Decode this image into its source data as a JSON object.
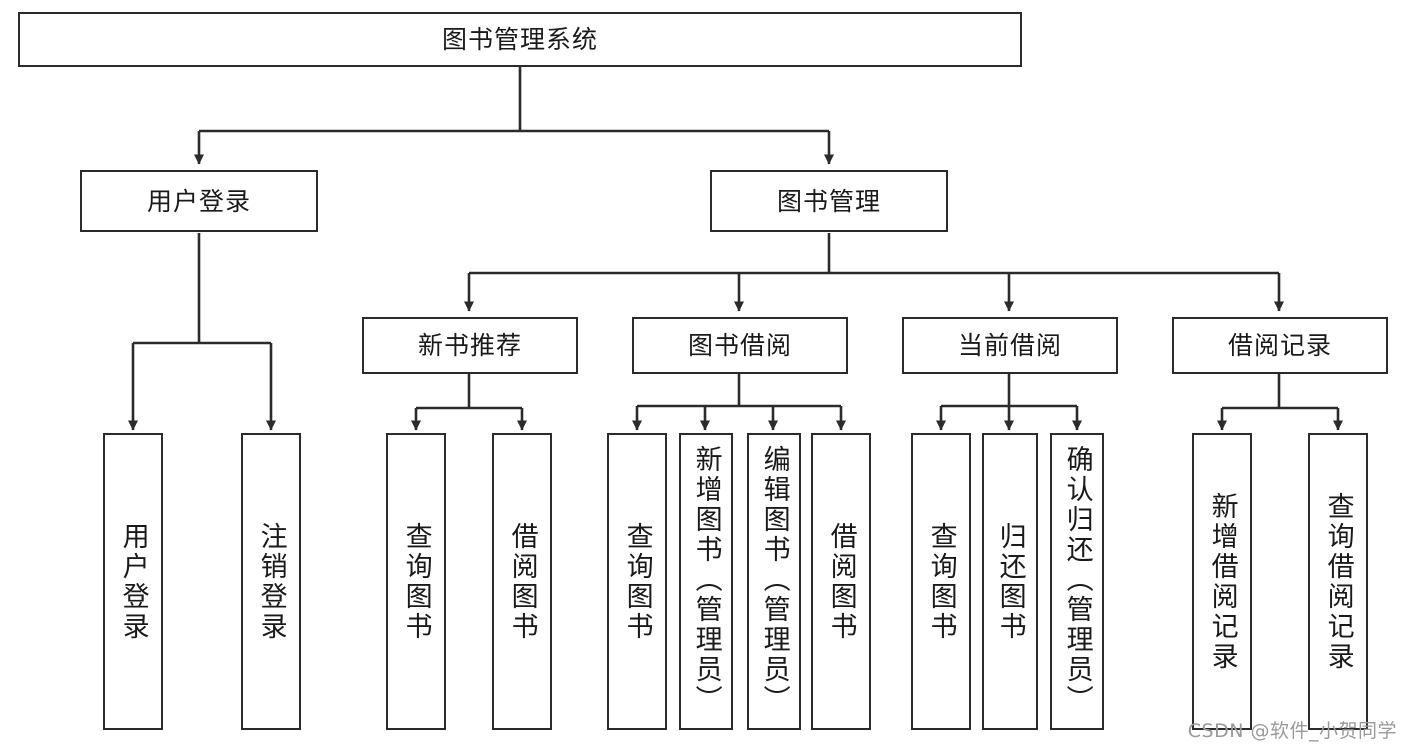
{
  "diagram": {
    "type": "hierarchy-tree",
    "title": "图书管理系统",
    "root": {
      "id": "root",
      "label": "图书管理系统",
      "orientation": "horizontal"
    },
    "level2": [
      {
        "id": "user-login",
        "label": "用户登录",
        "orientation": "horizontal"
      },
      {
        "id": "book-manage",
        "label": "图书管理",
        "orientation": "horizontal"
      }
    ],
    "level3": [
      {
        "id": "new-book-recommend",
        "label": "新书推荐",
        "orientation": "horizontal",
        "parent": "book-manage"
      },
      {
        "id": "book-borrow",
        "label": "图书借阅",
        "orientation": "horizontal",
        "parent": "book-manage"
      },
      {
        "id": "current-borrow",
        "label": "当前借阅",
        "orientation": "horizontal",
        "parent": "book-manage"
      },
      {
        "id": "borrow-record",
        "label": "借阅记录",
        "orientation": "horizontal",
        "parent": "book-manage"
      }
    ],
    "leaves": [
      {
        "id": "leaf-user-login",
        "label": "用户登录",
        "parent": "user-login",
        "orientation": "vertical"
      },
      {
        "id": "leaf-logout",
        "label": "注销登录",
        "parent": "user-login",
        "orientation": "vertical"
      },
      {
        "id": "leaf-query-book-1",
        "label": "查询图书",
        "parent": "new-book-recommend",
        "orientation": "vertical"
      },
      {
        "id": "leaf-borrow-book-1",
        "label": "借阅图书",
        "parent": "new-book-recommend",
        "orientation": "vertical"
      },
      {
        "id": "leaf-query-book-2",
        "label": "查询图书",
        "parent": "book-borrow",
        "orientation": "vertical"
      },
      {
        "id": "leaf-add-book",
        "label": "新增图书（管理员）",
        "parent": "book-borrow",
        "orientation": "vertical"
      },
      {
        "id": "leaf-edit-book",
        "label": "编辑图书（管理员）",
        "parent": "book-borrow",
        "orientation": "vertical"
      },
      {
        "id": "leaf-borrow-book-2",
        "label": "借阅图书",
        "parent": "book-borrow",
        "orientation": "vertical"
      },
      {
        "id": "leaf-query-book-3",
        "label": "查询图书",
        "parent": "current-borrow",
        "orientation": "vertical"
      },
      {
        "id": "leaf-return-book",
        "label": "归还图书",
        "parent": "current-borrow",
        "orientation": "vertical"
      },
      {
        "id": "leaf-confirm-return",
        "label": "确认归还（管理员）",
        "parent": "current-borrow",
        "orientation": "vertical"
      },
      {
        "id": "leaf-add-record",
        "label": "新增借阅记录",
        "parent": "borrow-record",
        "orientation": "vertical"
      },
      {
        "id": "leaf-query-record",
        "label": "查询借阅记录",
        "parent": "borrow-record",
        "orientation": "vertical"
      }
    ]
  },
  "watermark": {
    "text": "CSDN @软件_小贺同学"
  },
  "colors": {
    "border": "#2b2b2b",
    "background": "#ffffff",
    "text": "#1a1a1a",
    "watermark": "#9a9a9a"
  }
}
